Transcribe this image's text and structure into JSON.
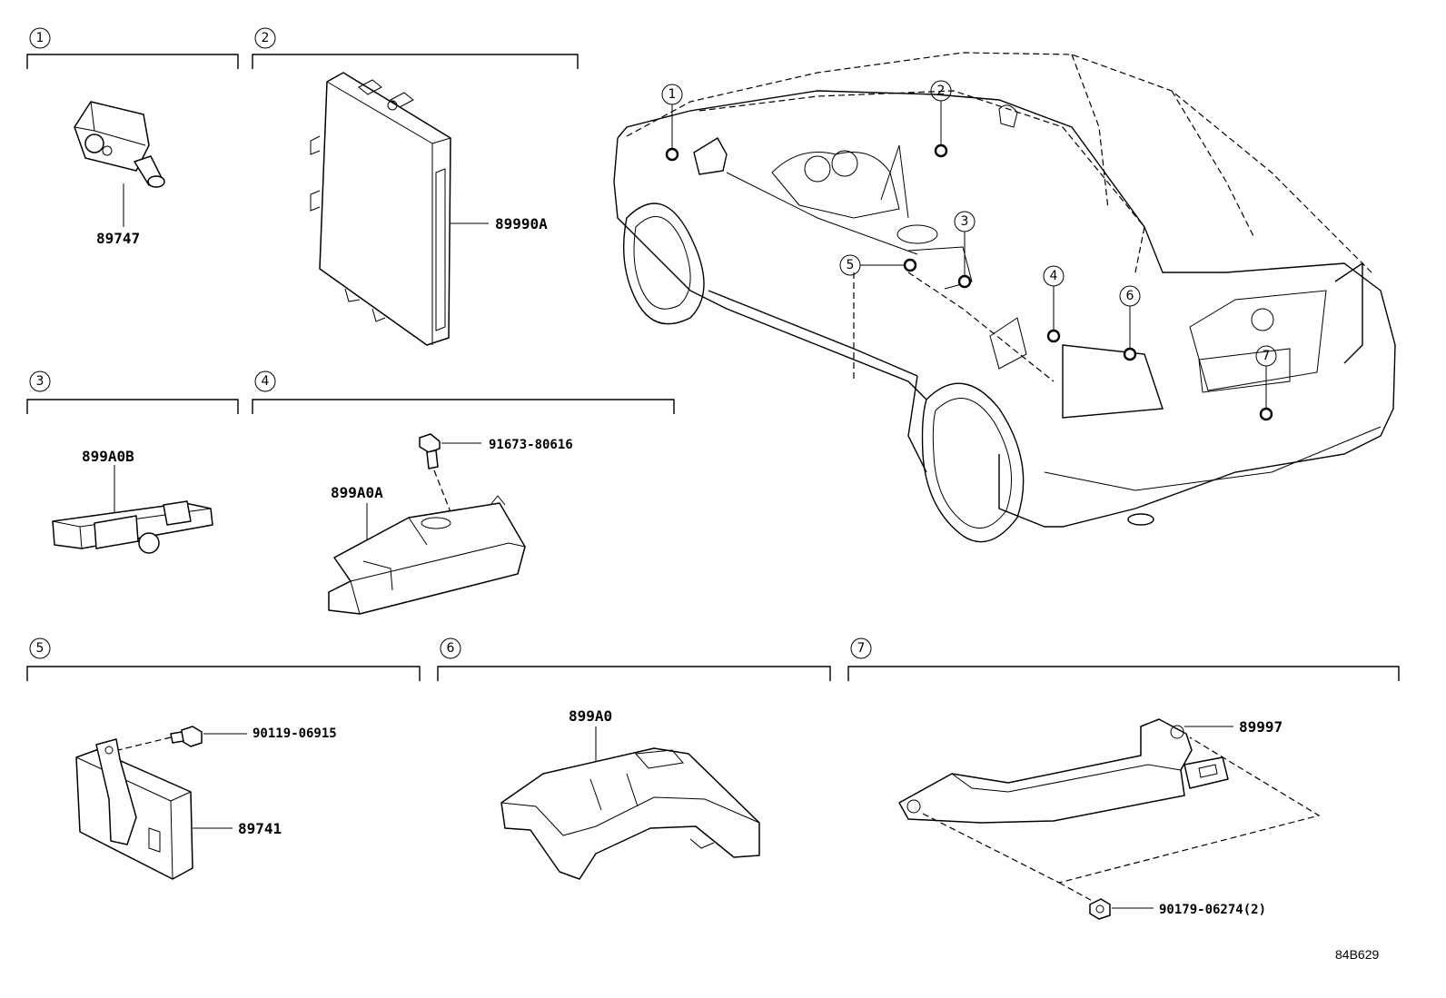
{
  "sections": [
    {
      "index": "1",
      "part_number": "89747"
    },
    {
      "index": "2",
      "part_number": "89990A"
    },
    {
      "index": "3",
      "part_number": "899A0B"
    },
    {
      "index": "4",
      "part_number": "899A0A",
      "bolt": "91673-80616"
    },
    {
      "index": "5",
      "part_number": "89741",
      "bolt": "90119-06915"
    },
    {
      "index": "6",
      "part_number": "899A0"
    },
    {
      "index": "7",
      "part_number": "89997",
      "nut": "90179-06274(2)"
    }
  ],
  "vehicle_callouts": [
    "1",
    "2",
    "3",
    "4",
    "5",
    "6",
    "7"
  ],
  "figure_code": "84B629"
}
